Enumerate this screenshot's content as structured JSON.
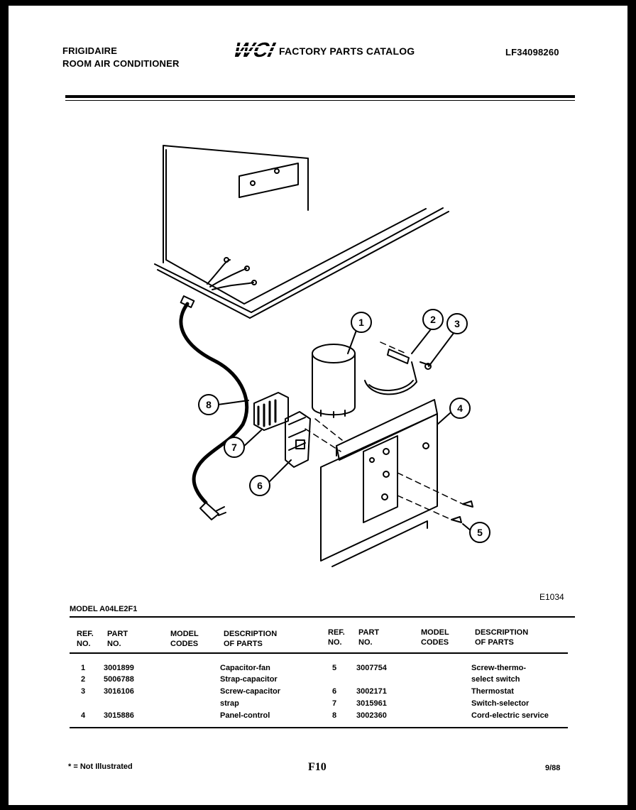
{
  "header": {
    "brand_line1": "FRIGIDAIRE",
    "brand_line2": "ROOM AIR CONDITIONER",
    "logo_text": "WCI",
    "catalog_title": "FACTORY PARTS CATALOG",
    "catalog_number": "LF34098260"
  },
  "diagram": {
    "figure_code": "E1034",
    "callouts": [
      "1",
      "2",
      "3",
      "4",
      "5",
      "6",
      "7",
      "8"
    ]
  },
  "model": {
    "label": "MODEL A04LE2F1"
  },
  "table": {
    "headers": {
      "ref_no": [
        "REF.",
        "NO."
      ],
      "part_no": [
        "PART",
        "NO."
      ],
      "model_codes": [
        "MODEL",
        "CODES"
      ],
      "description": [
        "DESCRIPTION",
        "OF PARTS"
      ]
    },
    "left_rows": [
      {
        "ref": "1",
        "part": "3001899",
        "codes": "",
        "desc": "Capacitor-fan"
      },
      {
        "ref": "2",
        "part": "5006788",
        "codes": "",
        "desc": "Strap-capacitor"
      },
      {
        "ref": "3",
        "part": "3016106",
        "codes": "",
        "desc": "Screw-capacitor"
      },
      {
        "ref": "",
        "part": "",
        "codes": "",
        "desc": "strap"
      },
      {
        "ref": "4",
        "part": "3015886",
        "codes": "",
        "desc": "Panel-control"
      }
    ],
    "right_rows": [
      {
        "ref": "5",
        "part": "3007754",
        "codes": "",
        "desc": "Screw-thermo-"
      },
      {
        "ref": "",
        "part": "",
        "codes": "",
        "desc": "select switch"
      },
      {
        "ref": "6",
        "part": "3002171",
        "codes": "",
        "desc": "Thermostat"
      },
      {
        "ref": "7",
        "part": "3015961",
        "codes": "",
        "desc": "Switch-selector"
      },
      {
        "ref": "8",
        "part": "3002360",
        "codes": "",
        "desc": "Cord-electric service"
      }
    ]
  },
  "footer": {
    "note": "* = Not Illustrated",
    "page": "F10",
    "date": "9/88"
  }
}
